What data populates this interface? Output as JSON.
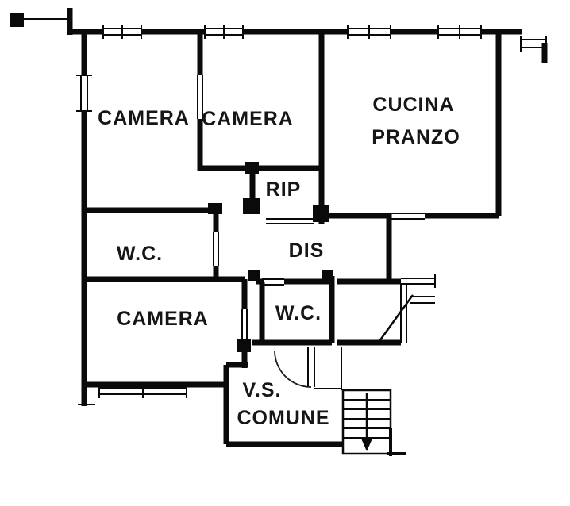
{
  "rooms": {
    "camera_top_left": "CAMERA",
    "camera_top_middle": "CAMERA",
    "cucina_line1": "CUCINA",
    "cucina_line2": "PRANZO",
    "rip": "RIP",
    "wc_left": "W.C.",
    "dis": "DIS",
    "camera_bottom": "CAMERA",
    "wc_middle": "W.C.",
    "vs_line1": "V.S.",
    "vs_line2": "COMUNE"
  },
  "stairs": {
    "direction": "down"
  },
  "colors": {
    "background": "#ffffff",
    "ink": "#0a0a0a",
    "text": "#161616"
  }
}
